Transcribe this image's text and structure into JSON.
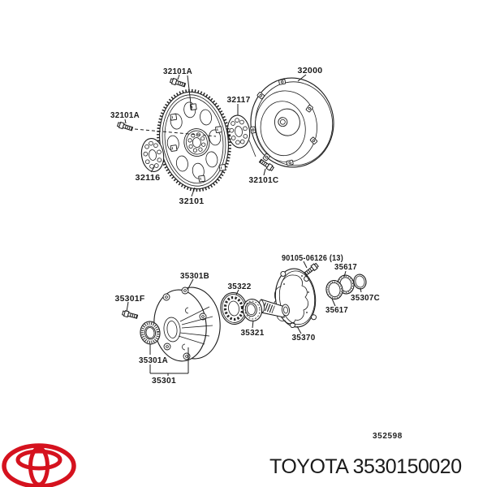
{
  "parts_top": {
    "bolt_top": "32101A",
    "bolt_left": "32101A",
    "plate_front": "32117",
    "torque_converter": "32000",
    "plate_rear": "32116",
    "drive_plate": "32101",
    "converter_bolt": "32101C"
  },
  "parts_bottom": {
    "bolt_front": "35301F",
    "pump_body": "35301B",
    "driven_rotor": "35322",
    "pump_bolt": "90105-06126 (13)",
    "oring_upper": "35617",
    "snap_ring": "35307C",
    "oring_lower": "35617",
    "drive_rotor": "35321",
    "stator_shaft": "35370",
    "oil_seal": "35301A",
    "pump_assembly": "35301"
  },
  "footer": {
    "figure_code": "352598",
    "brand": "TOYOTA",
    "part_number": "3530150020",
    "logo_color": "#d5121e"
  }
}
